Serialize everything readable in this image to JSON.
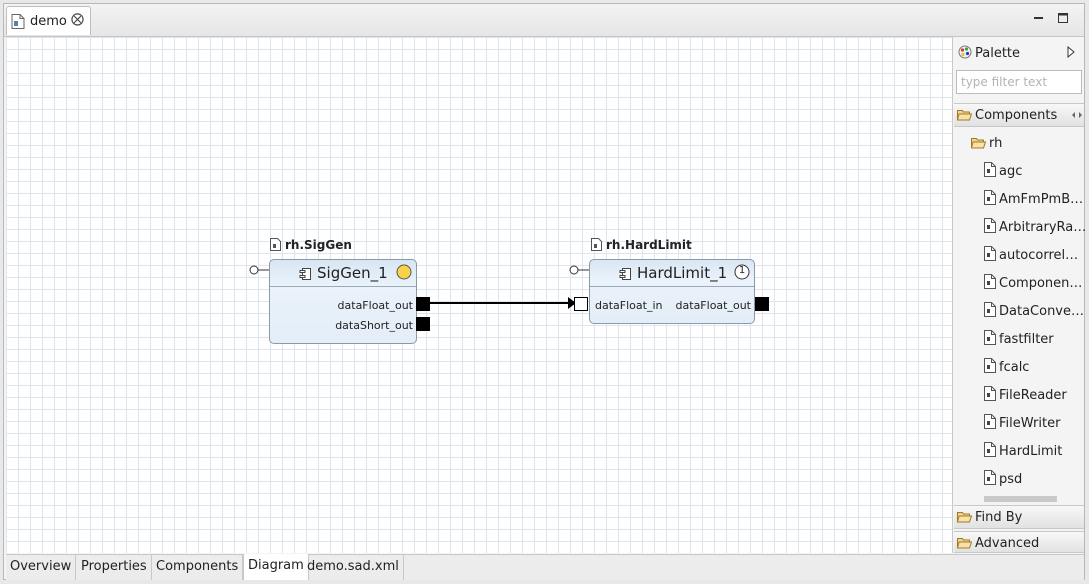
{
  "editor_tab": {
    "title": "demo"
  },
  "diagram": {
    "components": [
      {
        "type_label": "rh.SigGen",
        "instance_name": "SigGen_1",
        "status_badge": "",
        "ports": [
          "dataFloat_out",
          "dataShort_out"
        ]
      },
      {
        "type_label": "rh.HardLimit",
        "instance_name": "HardLimit_1",
        "status_badge": "1",
        "input_port": "dataFloat_in",
        "ports": [
          "dataFloat_out"
        ]
      }
    ]
  },
  "palette": {
    "title": "Palette",
    "filter_placeholder": "type filter text",
    "drawers": {
      "components": "Components",
      "find_by": "Find By",
      "advanced": "Advanced"
    },
    "folder": "rh",
    "items": [
      "agc",
      "AmFmPmB…",
      "ArbitraryRa…",
      "autocorrel…",
      "Componen…",
      "DataConve…",
      "fastfilter",
      "fcalc",
      "FileReader",
      "FileWriter",
      "HardLimit",
      "psd"
    ]
  },
  "bottom_tabs": [
    "Overview",
    "Properties",
    "Components",
    "Diagram",
    "demo.sad.xml"
  ],
  "active_bottom_tab": "Diagram",
  "colors": {
    "canvas_grid": "#dde6ee",
    "component_fill": "#e4eef8",
    "status_dot": "#f7d24a"
  }
}
